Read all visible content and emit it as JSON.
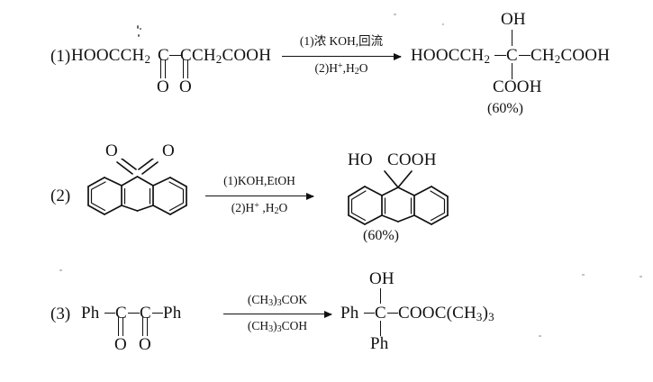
{
  "document": {
    "kind": "chemistry-reaction-scheme",
    "description": "Three benzilic acid rearrangement examples with reagents and yields"
  },
  "reactions": [
    {
      "number": "(1)",
      "reactant": {
        "main": "HOOCCH",
        "main_sub": "2",
        "c1": "C",
        "bridge": "—",
        "c2": "C",
        "tail": "CH",
        "tail_sub": "2",
        "tail_end": "COOH",
        "carbonyl_o_left": "O",
        "carbonyl_o_right": "O"
      },
      "conditions": {
        "top_prefix": "(1)",
        "top": "浓 KOH,回流",
        "bottom_prefix": "(2)",
        "bottom_acid": "H",
        "bottom_sup": "+",
        "bottom_rest": ",H",
        "bottom_sub": "2",
        "bottom_end": "O"
      },
      "product": {
        "left": "HOOCCH",
        "left_sub": "2",
        "center": "C",
        "right": "CH",
        "right_sub": "2",
        "right_end": "COOH",
        "up": "OH",
        "down": "COOH"
      },
      "yield": "(60%)"
    },
    {
      "number": "(2)",
      "reactant": {
        "name": "phenanthrene-9,10-dione",
        "o_left": "O",
        "o_right": "O"
      },
      "conditions": {
        "top_prefix": "(1)",
        "top": "KOH,EtOH",
        "bottom_prefix": "(2)",
        "bottom_acid": "H",
        "bottom_sup": "+",
        "bottom_rest": " ,H",
        "bottom_sub": "2",
        "bottom_end": "O"
      },
      "product": {
        "name": "9-hydroxyfluorene-9-carboxylic acid",
        "oh": "HO",
        "cooh": "COOH"
      },
      "yield": "(60%)"
    },
    {
      "number": "(3)",
      "reactant": {
        "ph_left": "Ph",
        "c1": "C",
        "c2": "C",
        "ph_right": "Ph",
        "o_left": "O",
        "o_right": "O"
      },
      "conditions": {
        "top_open": "(CH",
        "top_sub": "3",
        "top_close": ")",
        "top_sub2": "3",
        "top_end": "COK",
        "bottom_open": "(CH",
        "bottom_sub": "3",
        "bottom_close": ")",
        "bottom_sub2": "3",
        "bottom_end": "COH"
      },
      "product": {
        "left": "Ph",
        "center": "C",
        "right": "COOC(CH",
        "right_sub": "3",
        "right_close": ")",
        "right_sub2": "3",
        "up": "OH",
        "down": "Ph"
      }
    }
  ],
  "colors": {
    "ink": "#111111",
    "paper": "#ffffff"
  }
}
